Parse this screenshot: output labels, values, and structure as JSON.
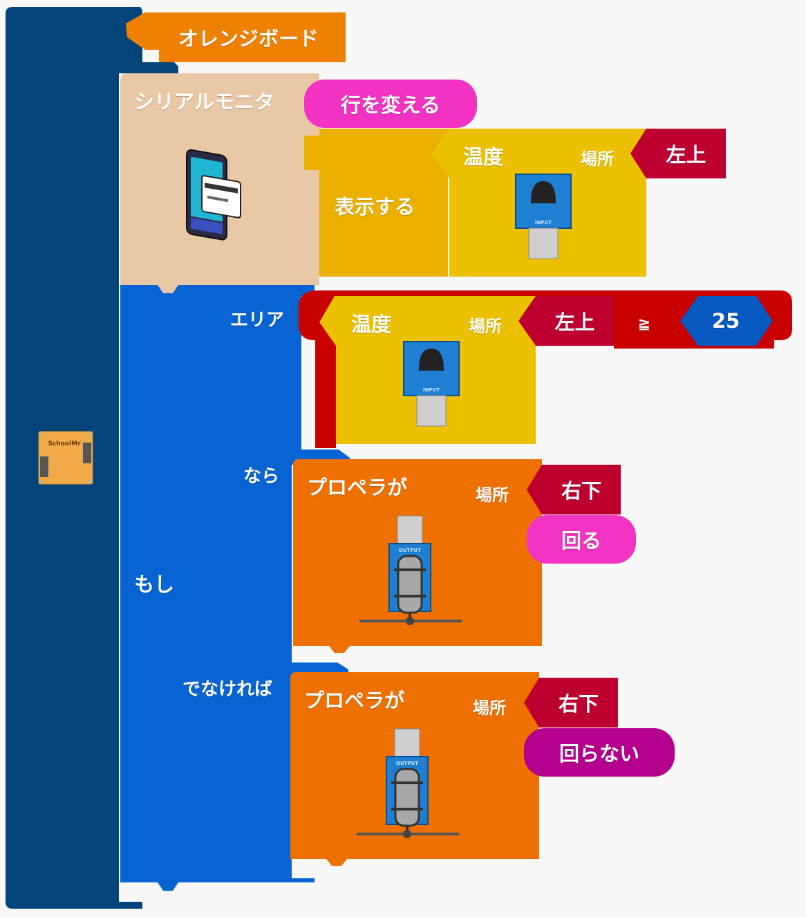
{
  "colors": {
    "main_block": "#03457a",
    "if_block": "#0764d2",
    "serial_block": "#e9c9a5",
    "display_block": "#ecb000",
    "sensor_block": "#ebc101",
    "location_value": "#be0031",
    "compare_block": "#c80000",
    "number_block": "#0758c0",
    "board_label": "#ef8000",
    "propeller_block": "#ed7000",
    "newline_pill": "#f132c2",
    "rotate_pill": "#f333c3",
    "stop_pill": "#b5008e"
  },
  "board": {
    "label": "オレンジボード",
    "icon": "schoolmr-board-icon",
    "icon_text": "SchoolMr"
  },
  "serial": {
    "title": "シリアルモニタ",
    "icon": "phone-card-icon",
    "newline_label": "行を変える",
    "display_label": "表示する",
    "sensor": {
      "label": "温度",
      "location_label": "場所",
      "location_value": "左上",
      "module_text": "INPUT"
    }
  },
  "if_block": {
    "if_label": "もし",
    "area_label": "エリア",
    "then_label": "なら",
    "else_label": "でなければ",
    "condition": {
      "sensor_label": "温度",
      "location_label": "場所",
      "location_value": "左上",
      "operator": "≧",
      "number": "25",
      "module_text": "INPUT"
    },
    "then_action": {
      "label": "プロペラが",
      "location_label": "場所",
      "location_value": "右下",
      "state": "回る",
      "module_text": "OUTPUT"
    },
    "else_action": {
      "label": "プロペラが",
      "location_label": "場所",
      "location_value": "右下",
      "state": "回らない",
      "module_text": "OUTPUT"
    }
  }
}
